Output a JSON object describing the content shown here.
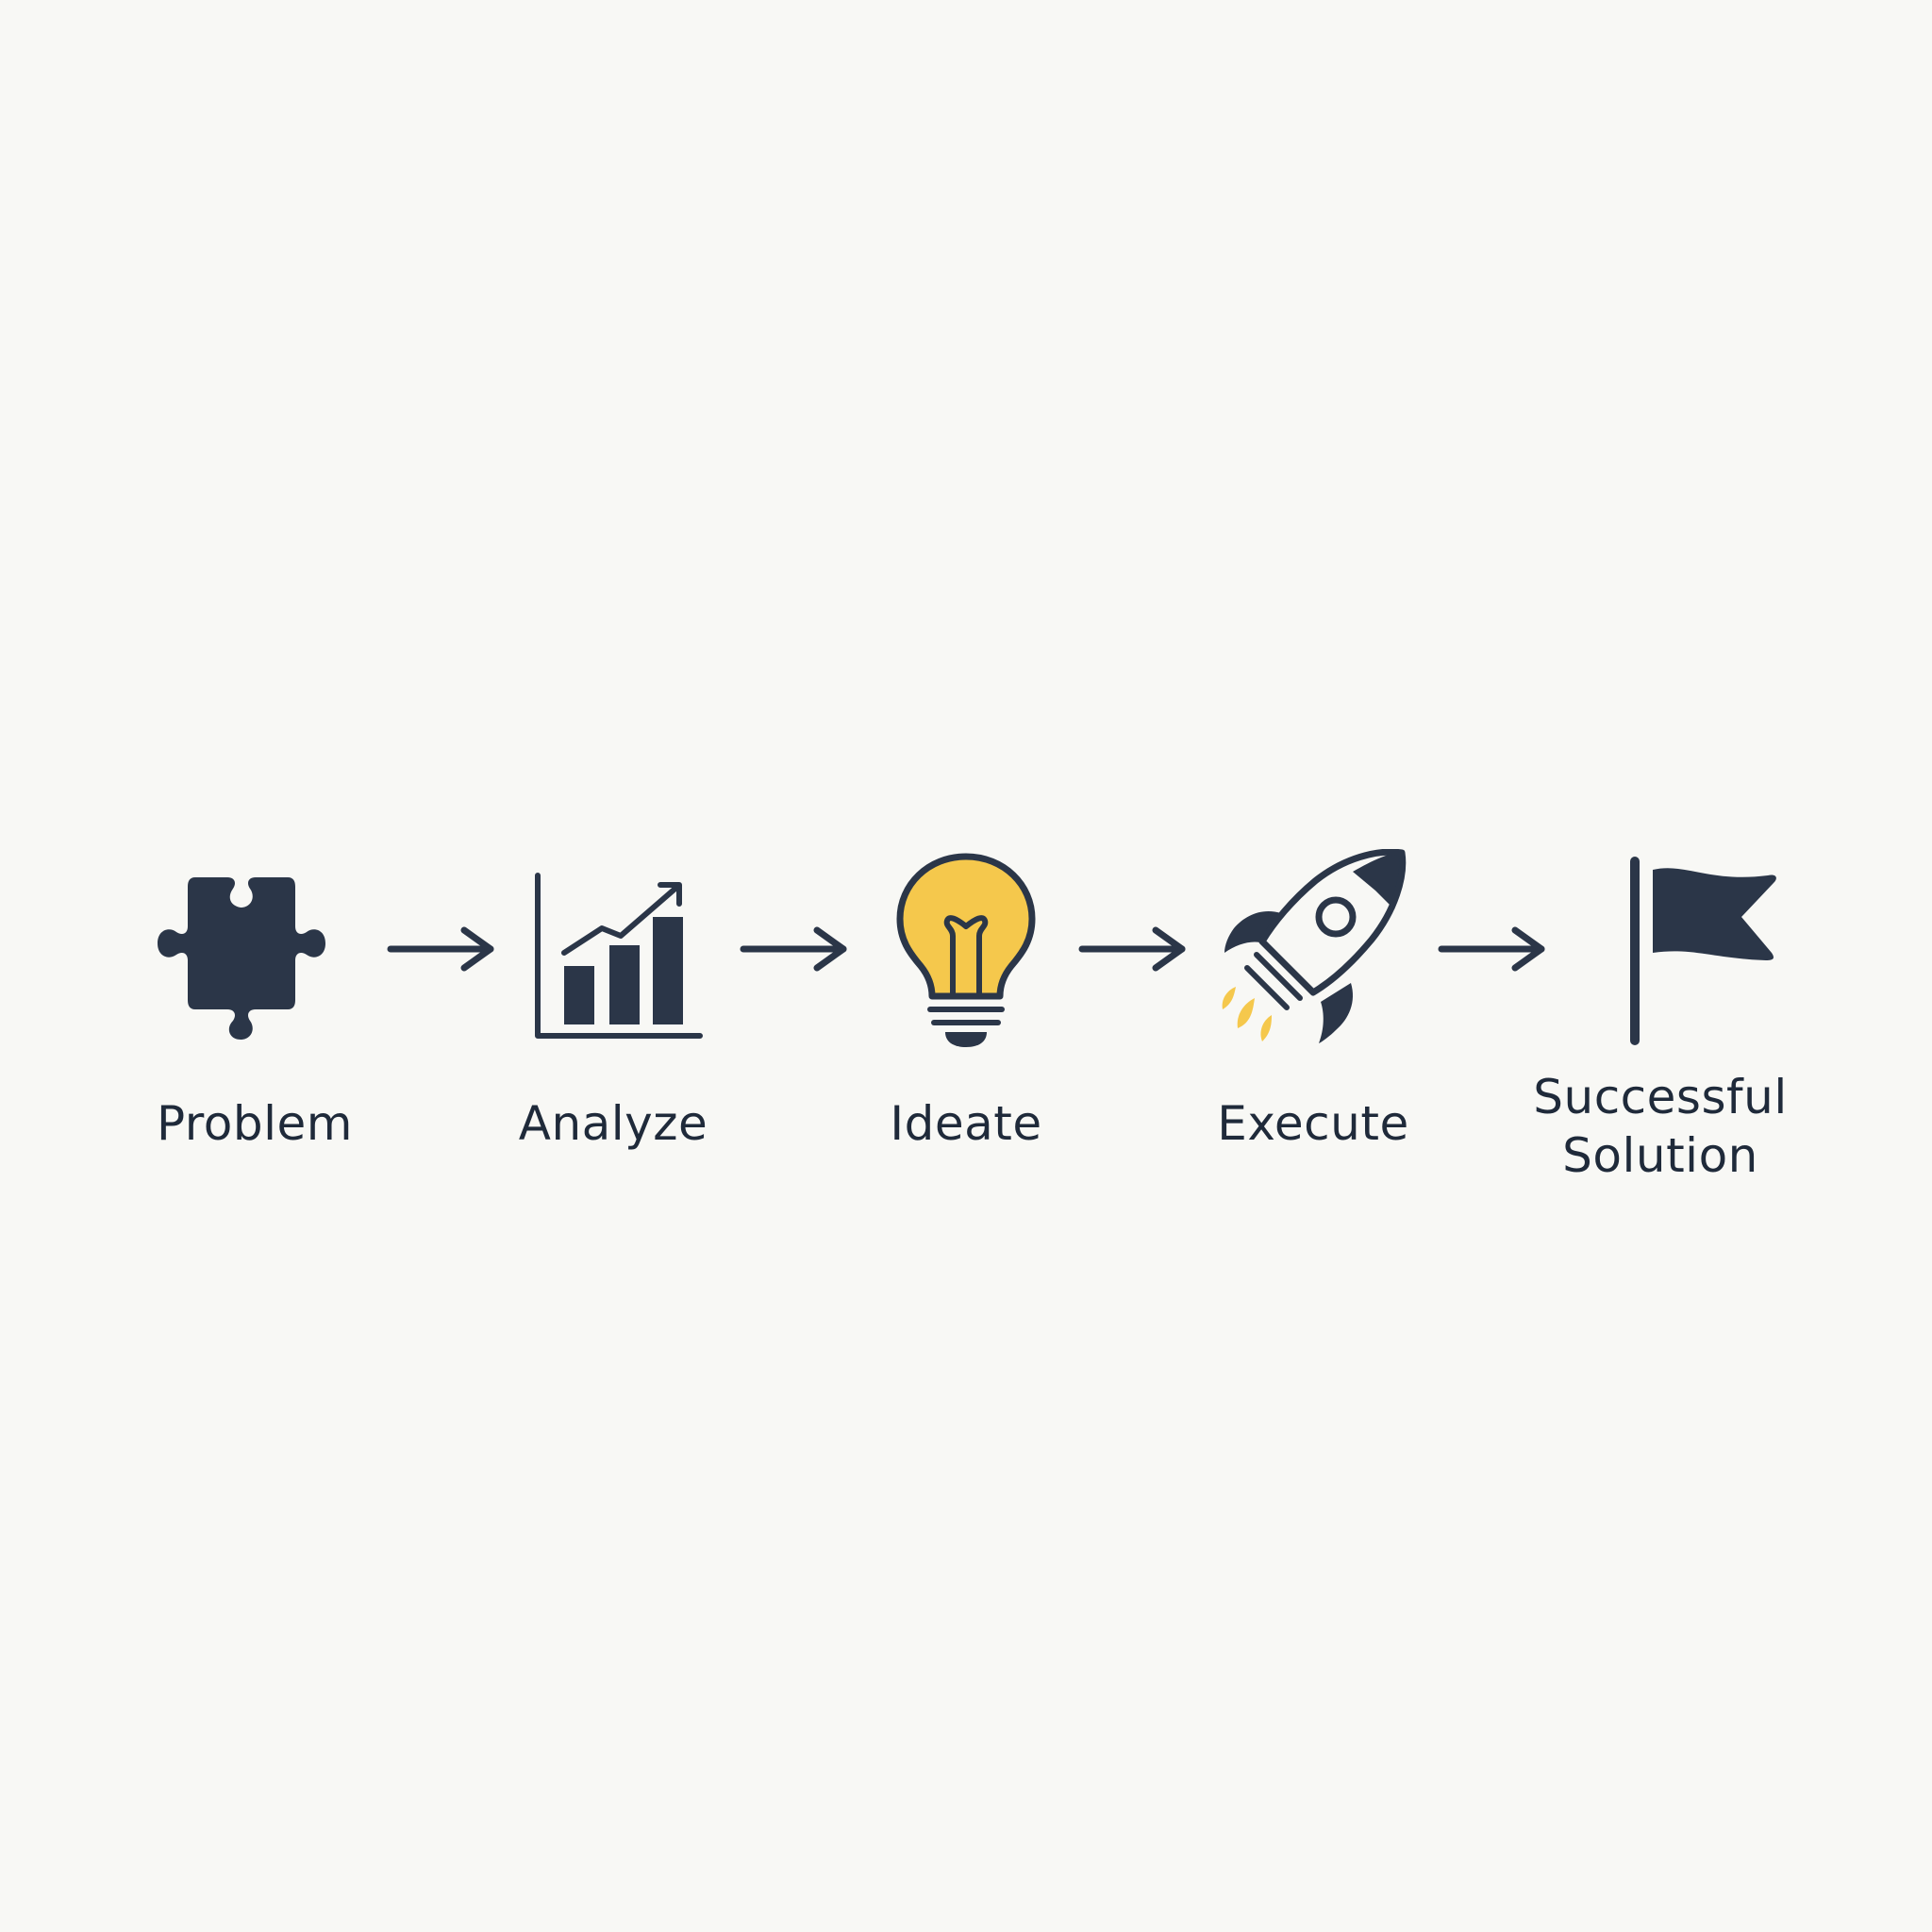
{
  "colors": {
    "background": "#f8f8f5",
    "ink": "#2b3648",
    "accent": "#f5c84c"
  },
  "steps": [
    {
      "label": "Problem",
      "icon": "puzzle-piece-icon"
    },
    {
      "label": "Analyze",
      "icon": "bar-chart-trend-icon"
    },
    {
      "label": "Ideate",
      "icon": "lightbulb-icon"
    },
    {
      "label": "Execute",
      "icon": "rocket-icon"
    },
    {
      "label_lines": [
        "Successful",
        "Solution"
      ],
      "icon": "flag-icon"
    }
  ],
  "connector_icon": "arrow-right-icon"
}
